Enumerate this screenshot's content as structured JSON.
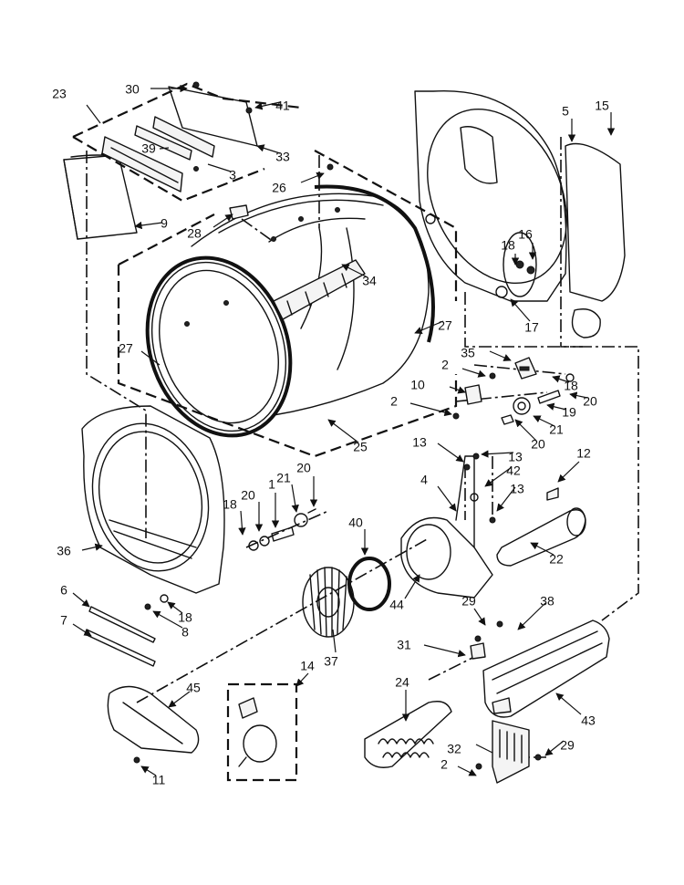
{
  "callouts": [
    {
      "id": "c1",
      "text": "1"
    },
    {
      "id": "c2a",
      "text": "2"
    },
    {
      "id": "c2b",
      "text": "2"
    },
    {
      "id": "c2c",
      "text": "2"
    },
    {
      "id": "c3",
      "text": "3"
    },
    {
      "id": "c4",
      "text": "4"
    },
    {
      "id": "c5",
      "text": "5"
    },
    {
      "id": "c6",
      "text": "6"
    },
    {
      "id": "c7",
      "text": "7"
    },
    {
      "id": "c8",
      "text": "8"
    },
    {
      "id": "c9",
      "text": "9"
    },
    {
      "id": "c10",
      "text": "10"
    },
    {
      "id": "c11",
      "text": "11"
    },
    {
      "id": "c12",
      "text": "12"
    },
    {
      "id": "c13a",
      "text": "13"
    },
    {
      "id": "c13b",
      "text": "13"
    },
    {
      "id": "c13c",
      "text": "13"
    },
    {
      "id": "c14",
      "text": "14"
    },
    {
      "id": "c15",
      "text": "15"
    },
    {
      "id": "c16",
      "text": "16"
    },
    {
      "id": "c17",
      "text": "17"
    },
    {
      "id": "c18a",
      "text": "18"
    },
    {
      "id": "c18b",
      "text": "18"
    },
    {
      "id": "c18c",
      "text": "18"
    },
    {
      "id": "c18d",
      "text": "18"
    },
    {
      "id": "c19",
      "text": "19"
    },
    {
      "id": "c20a",
      "text": "20"
    },
    {
      "id": "c20b",
      "text": "20"
    },
    {
      "id": "c20c",
      "text": "20"
    },
    {
      "id": "c20d",
      "text": "20"
    },
    {
      "id": "c21a",
      "text": "21"
    },
    {
      "id": "c21b",
      "text": "21"
    },
    {
      "id": "c22",
      "text": "22"
    },
    {
      "id": "c23",
      "text": "23"
    },
    {
      "id": "c24",
      "text": "24"
    },
    {
      "id": "c25",
      "text": "25"
    },
    {
      "id": "c26",
      "text": "26"
    },
    {
      "id": "c27a",
      "text": "27"
    },
    {
      "id": "c27b",
      "text": "27"
    },
    {
      "id": "c28",
      "text": "28"
    },
    {
      "id": "c29a",
      "text": "29"
    },
    {
      "id": "c29b",
      "text": "29"
    },
    {
      "id": "c30",
      "text": "30"
    },
    {
      "id": "c31",
      "text": "31"
    },
    {
      "id": "c32",
      "text": "32"
    },
    {
      "id": "c33",
      "text": "33"
    },
    {
      "id": "c34",
      "text": "34"
    },
    {
      "id": "c35",
      "text": "35"
    },
    {
      "id": "c36",
      "text": "36"
    },
    {
      "id": "c37",
      "text": "37"
    },
    {
      "id": "c38",
      "text": "38"
    },
    {
      "id": "c39",
      "text": "39"
    },
    {
      "id": "c40",
      "text": "40"
    },
    {
      "id": "c41",
      "text": "41"
    },
    {
      "id": "c42",
      "text": "42"
    },
    {
      "id": "c43",
      "text": "43"
    },
    {
      "id": "c44",
      "text": "44"
    },
    {
      "id": "c45",
      "text": "45"
    }
  ]
}
